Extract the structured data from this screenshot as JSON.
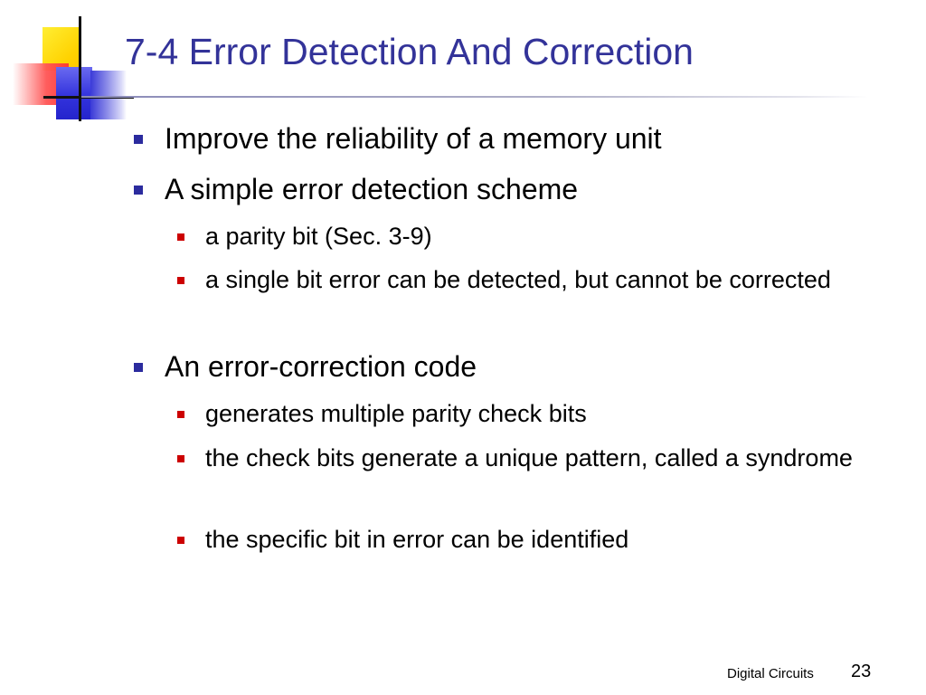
{
  "slide": {
    "title": "7-4 Error Detection And Correction",
    "bullets": [
      {
        "level": 1,
        "text": "Improve the reliability of a memory unit"
      },
      {
        "level": 1,
        "text": "A simple error detection scheme"
      },
      {
        "level": 2,
        "text": "a parity bit (Sec. 3-9)"
      },
      {
        "level": 2,
        "text": "a single bit error can be detected, but cannot be corrected"
      },
      {
        "level": 1,
        "text": "An error-correction code"
      },
      {
        "level": 2,
        "text": "generates multiple parity check bits"
      },
      {
        "level": 2,
        "text": "the check bits generate a unique pattern, called a syndrome"
      },
      {
        "level": 2,
        "text": "the specific bit in error can be identified"
      }
    ],
    "footer": {
      "label": "Digital Circuits",
      "page_number": "23"
    },
    "colors": {
      "title": "#333399",
      "level1_bullet": "#2b2b9e",
      "level2_bullet": "#cc0000",
      "body_text": "#000000"
    }
  }
}
